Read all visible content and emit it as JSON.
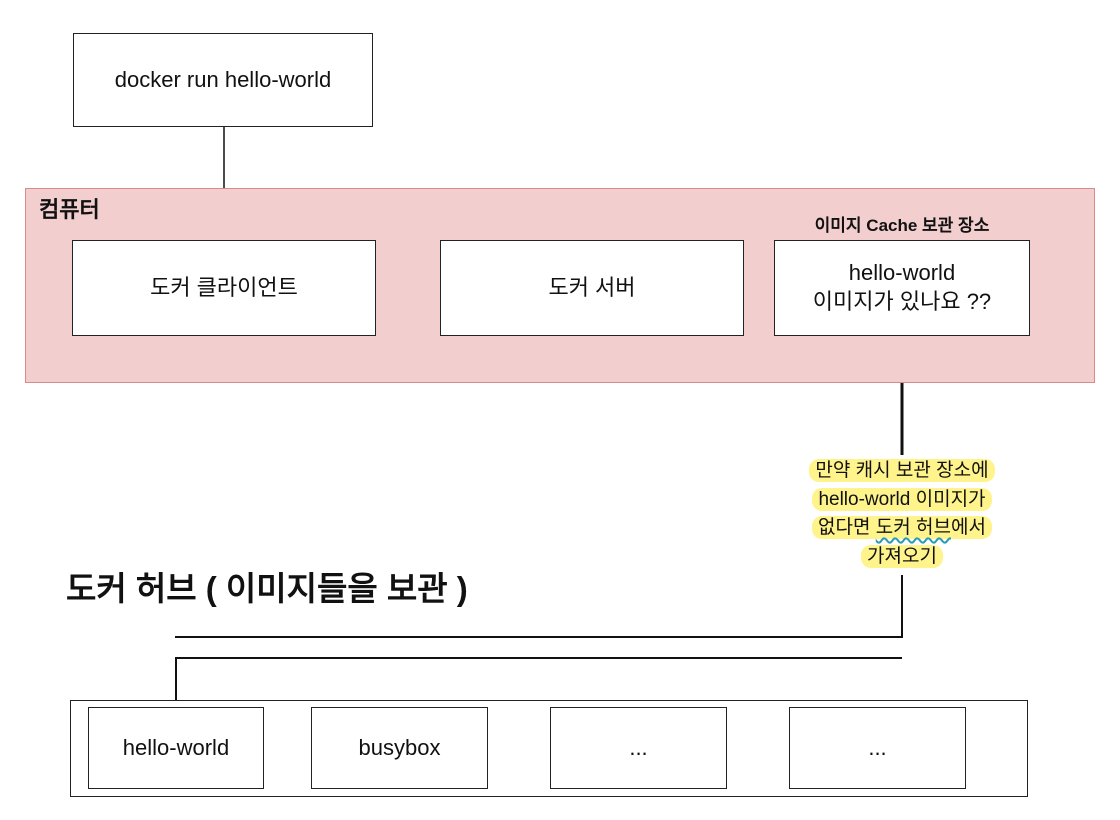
{
  "command_box": {
    "text": "docker run hello-world"
  },
  "computer_region": {
    "label": "컴퓨터",
    "color": "#f2cece"
  },
  "cache_label": "이미지 Cache 보관 장소",
  "docker_client": {
    "text": "도커 클라이언트"
  },
  "docker_server": {
    "text": "도커 서버"
  },
  "cache_box": {
    "line1": "hello-world",
    "line2": "이미지가 있나요 ??"
  },
  "note": {
    "line1": "만약 캐시 보관 장소에",
    "line2": "hello-world 이미지가",
    "line3_prefix": "없다면 ",
    "line3_underlined": "도커 허브",
    "line3_suffix": "에서",
    "line4": "가져오기",
    "highlight_color": "#fff064"
  },
  "hub_title": "도커 허브 ( 이미지들을 보관 )",
  "hub_images": [
    "hello-world",
    "busybox",
    "...",
    "..."
  ]
}
